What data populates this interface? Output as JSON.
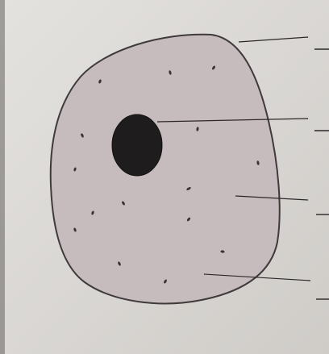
{
  "diagram": {
    "colors": {
      "paper": "#dedcd9",
      "paper_shadow": "#c9c6c2",
      "cytoplasm": "#c7bcbd",
      "membrane": "#3f3a3c",
      "nucleus": "#1f1c1d",
      "granule": "#3a3336",
      "leader": "#2b2729"
    },
    "parts": [
      {
        "id": "cell-membrane",
        "label": ""
      },
      {
        "id": "nucleus",
        "label": ""
      },
      {
        "id": "cytoplasm",
        "label": ""
      },
      {
        "id": "granules",
        "label": ""
      }
    ],
    "blank_answer_lines": 4
  }
}
